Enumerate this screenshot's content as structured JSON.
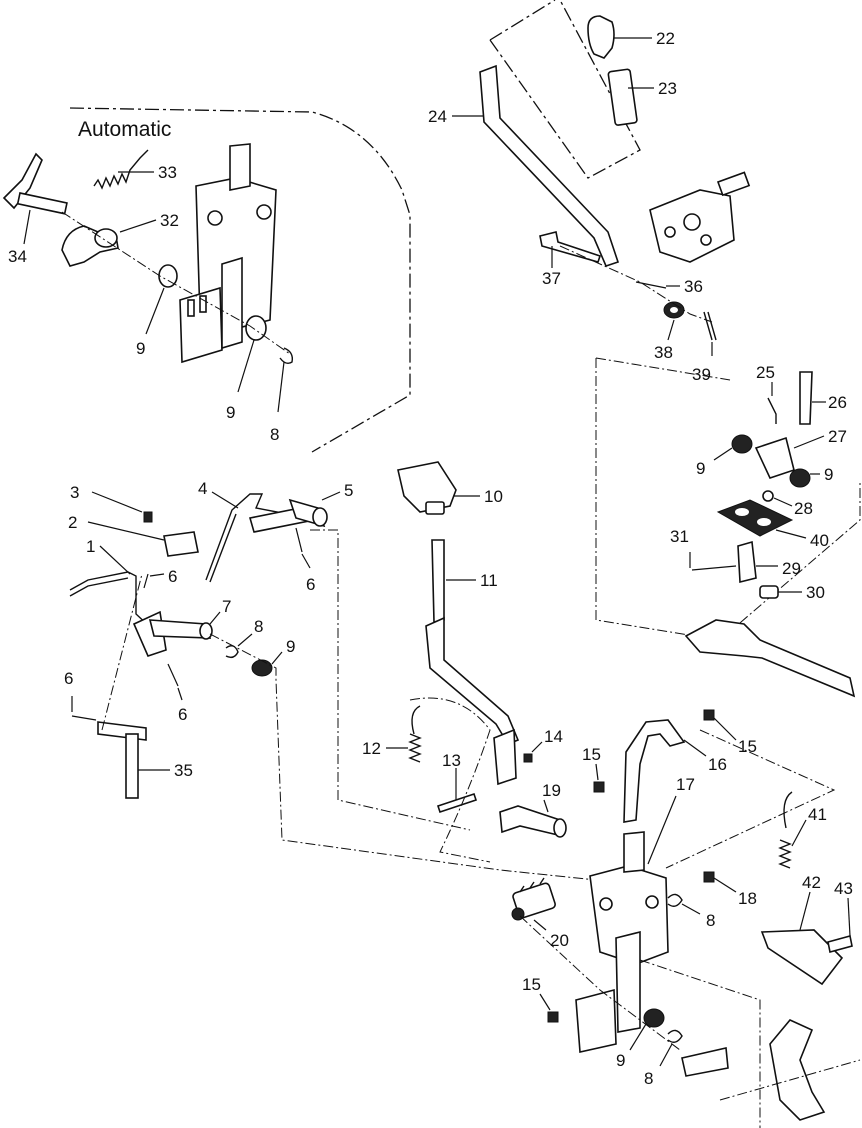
{
  "section_label": "Automatic",
  "callouts": [
    "22",
    "23",
    "24",
    "37",
    "36",
    "38",
    "39",
    "33",
    "32",
    "34",
    "9",
    "9",
    "8",
    "25",
    "26",
    "27",
    "9",
    "9",
    "28",
    "40",
    "31",
    "29",
    "30",
    "3",
    "4",
    "5",
    "2",
    "1",
    "6",
    "6",
    "7",
    "8",
    "9",
    "6",
    "6",
    "10",
    "11",
    "12",
    "13",
    "14",
    "15",
    "15",
    "16",
    "17",
    "18",
    "19",
    "20",
    "8",
    "41",
    "42",
    "43",
    "15",
    "9",
    "8",
    "35"
  ]
}
